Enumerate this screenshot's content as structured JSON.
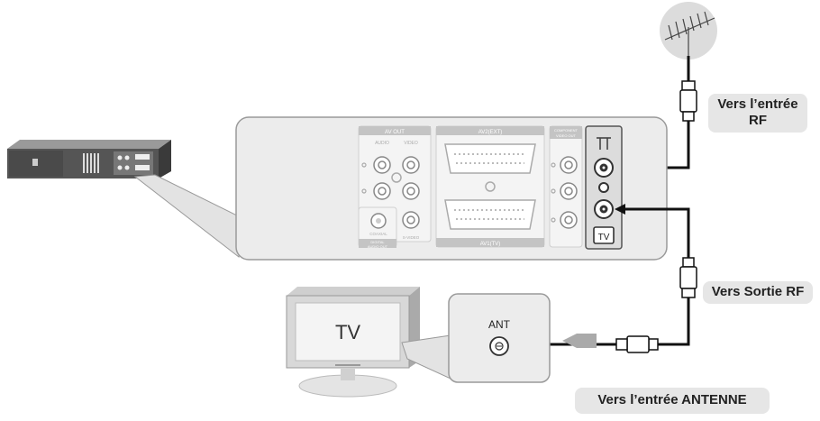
{
  "labels": {
    "rf_in_line1": "Vers l’entrée",
    "rf_in_line2": "RF",
    "rf_out": "Vers Sortie RF",
    "antenna_in": "Vers l’entrée ANTENNE"
  },
  "panel_text": {
    "av_out": "AV OUT",
    "audio": "AUDIO",
    "video": "VIDEO",
    "av_ext": "AV2(EXT)",
    "av_tv": "AV1(TV)",
    "component": "COMPONENT",
    "video_out": "VIDEO OUT",
    "coaxial": "COAXIAL",
    "digital_line1": "DIGITAL",
    "digital_line2": "AUDIO OUT",
    "s_video": "S-VIDEO",
    "tv_badge": "TV"
  },
  "tv": {
    "screen_text": "TV",
    "jack_label": "ANT"
  },
  "colors": {
    "panel": "#ececec",
    "panel_border": "#9a9a9a",
    "cable": "#111111",
    "callout_bg": "#e6e6e6",
    "arrow": "#aaaaaa"
  }
}
